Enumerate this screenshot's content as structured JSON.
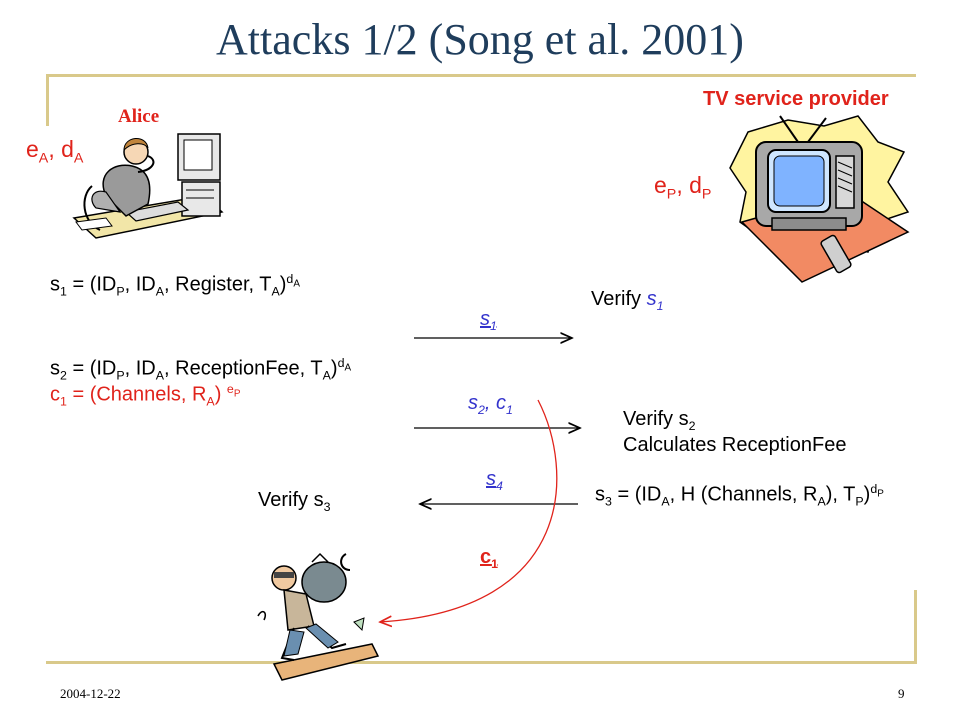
{
  "slide": {
    "title": "Attacks 1/2 (Song et al. 2001)",
    "date": "2004-12-22",
    "page_number": "9"
  },
  "actors": {
    "alice_label": "Alice",
    "provider_label": "TV service provider",
    "alice_keys": {
      "e": "e",
      "e_sub": "A",
      "sep": ", ",
      "d": "d",
      "d_sub": "A"
    },
    "provider_keys": {
      "e": "e",
      "e_sub": "P",
      "sep": ", ",
      "d": "d",
      "d_sub": "P"
    }
  },
  "messages": {
    "s1": {
      "lhs": "s",
      "lhs_sub": "1",
      "eq": " = (ID",
      "p_sub": "P",
      "comma1": ", ID",
      "a_sub": "A",
      "rest": ", Register, T",
      "t_sub": "A",
      "close": ")",
      "sup": "d",
      "sup_sub": "A"
    },
    "s2": {
      "lhs": "s",
      "lhs_sub": "2",
      "eq": " = (ID",
      "p_sub": "P",
      "comma1": ", ID",
      "a_sub": "A",
      "rest": ", ReceptionFee, T",
      "t_sub": "A",
      "close": ")",
      "sup": "d",
      "sup_sub": "A"
    },
    "c1": {
      "lhs": "c",
      "lhs_sub": "1",
      "eq": " = (Channels, R",
      "r_sub": "A",
      "close": ") ",
      "sup": "e",
      "sup_sub": "P"
    },
    "s3": {
      "lhs": "s",
      "lhs_sub": "3",
      "eq": " = (ID",
      "a_sub": "A",
      "rest": ", H (Channels, R",
      "r_sub": "A",
      "rest2": "), T",
      "t_sub": "P",
      "close": ")",
      "sup": "d",
      "sup_sub": "P"
    }
  },
  "arrows": {
    "a1": {
      "s": "s",
      "sub": "1"
    },
    "a2": {
      "s": "s",
      "sub": "2",
      "sep": ", ",
      "c": "c",
      "c_sub": "1"
    },
    "a3": {
      "s": "s",
      "sub": "4"
    },
    "intercept": {
      "c": "c",
      "sub": "1"
    }
  },
  "provider_steps": {
    "verify1_text": "Verify ",
    "verify1_s": "s",
    "verify1_sub": "1",
    "verify2_text": "Verify s",
    "verify2_sub": "2",
    "calc": "Calculates ReceptionFee"
  },
  "alice_steps": {
    "verify3_text": "Verify s",
    "verify3_sub": "3"
  },
  "colors": {
    "title": "#1f3d5c",
    "frame": "#d9c98a",
    "red": "#e0231b",
    "blue": "#3333cc"
  }
}
